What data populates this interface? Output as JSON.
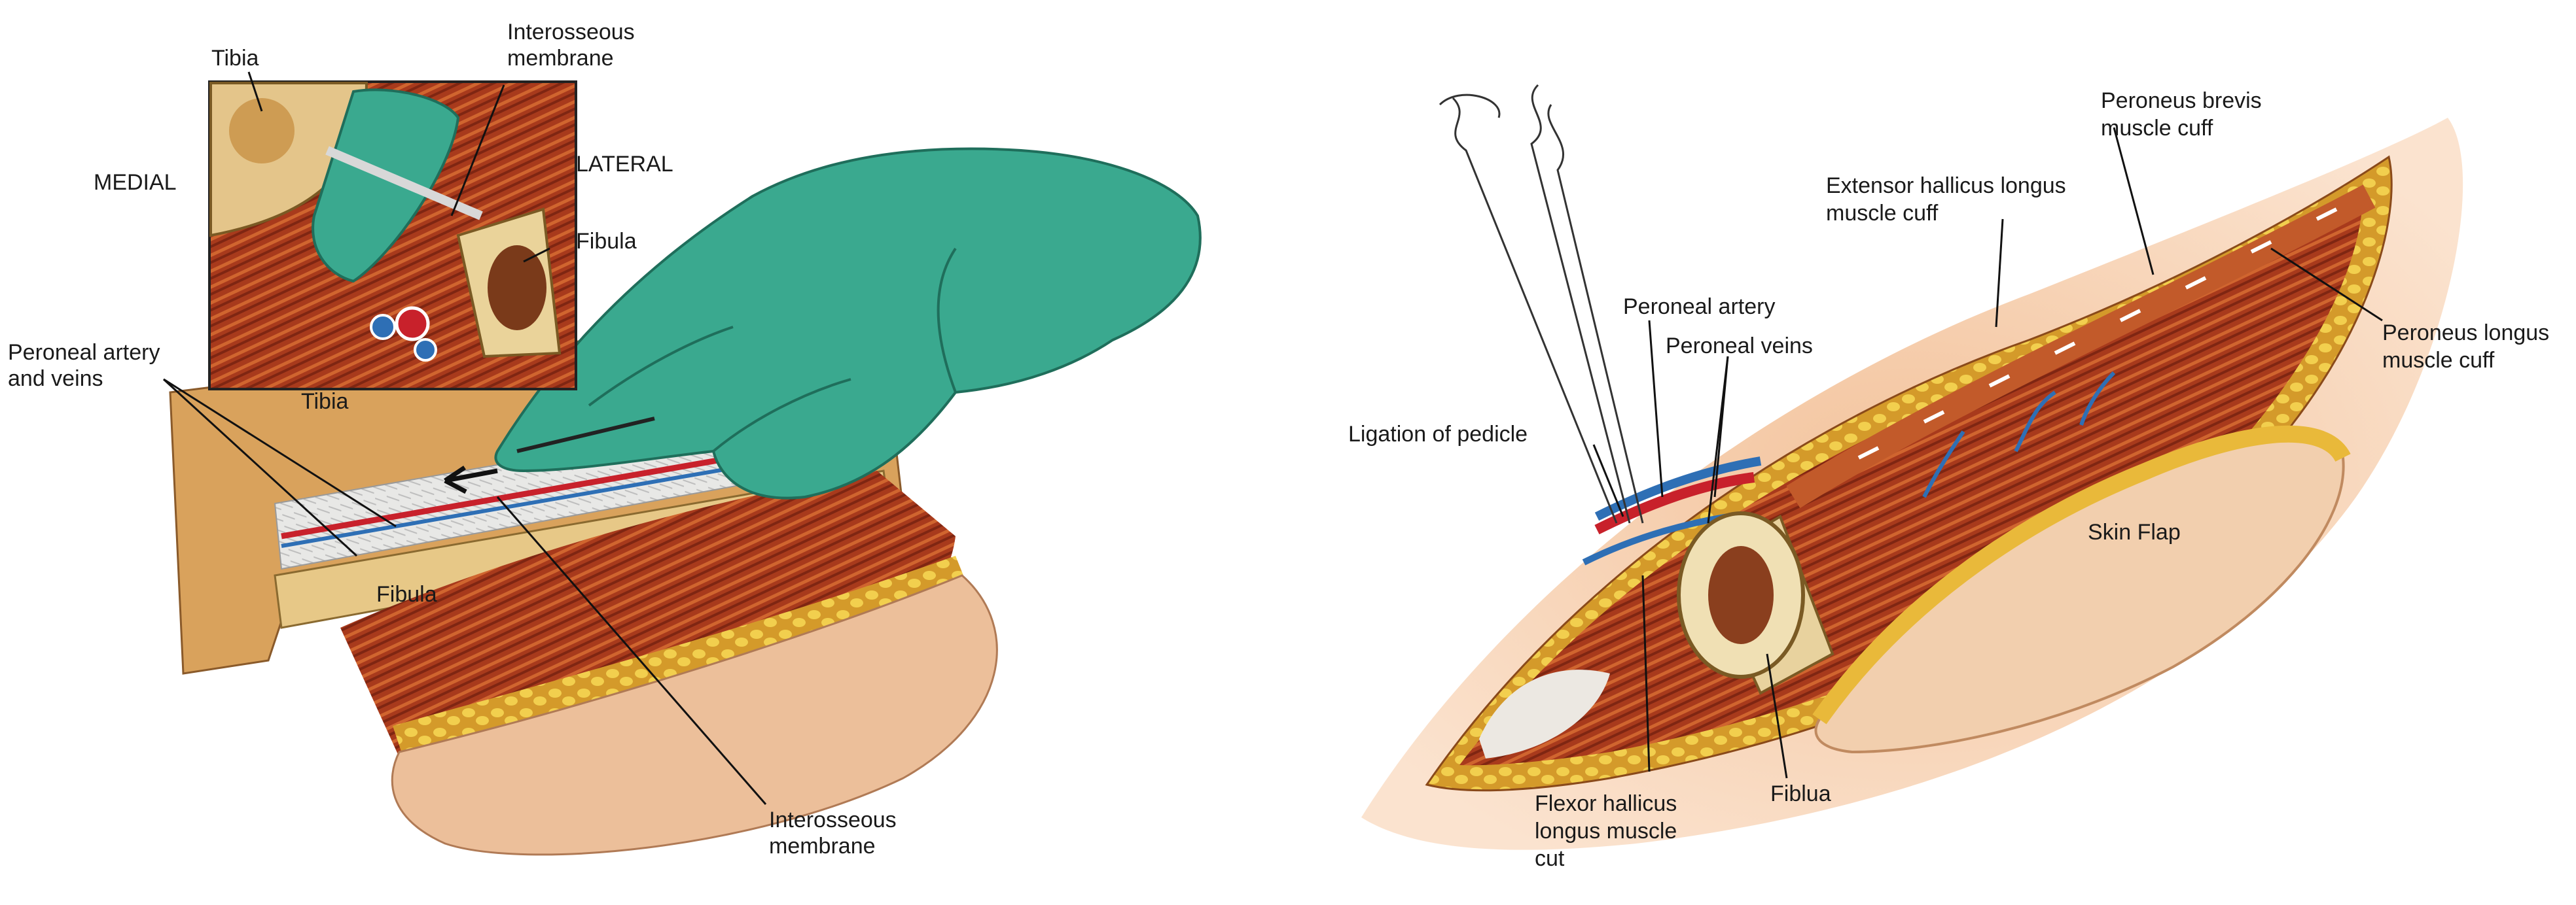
{
  "left_panel": {
    "inset": {
      "tibia": "Tibia",
      "interosseous_membrane": "Interosseous\nmembrane",
      "medial": "MEDIAL",
      "lateral": "LATERAL",
      "fibula": "Fibula"
    },
    "peroneal_artery_and_veins": "Peroneal artery\nand veins",
    "tibia": "Tibia",
    "fibula": "Fibula",
    "interosseous_membrane_bottom": "Interosseous\nmembrane"
  },
  "right_panel": {
    "peroneus_brevis": "Peroneus brevis\nmuscle cuff",
    "extensor_hallicus_longus": "Extensor hallicus longus\nmuscle cuff",
    "peroneal_artery": "Peroneal artery",
    "peroneal_veins": "Peroneal veins",
    "peroneus_longus": "Peroneus longus\nmuscle cuff",
    "ligation_of_pedicle": "Ligation of  pedicle",
    "skin_flap": "Skin Flap",
    "flexor_hallicus_longus": "Flexor hallicus\nlongus muscle\ncut",
    "fiblua": "Fiblua"
  },
  "colors": {
    "muscle": "#b5421f",
    "skin": "#f0c29a",
    "fat": "#e9b93a",
    "glove": "#3aa98f",
    "bone": "#e2c88a",
    "artery": "#c8212b",
    "vein": "#2e6fb5"
  }
}
